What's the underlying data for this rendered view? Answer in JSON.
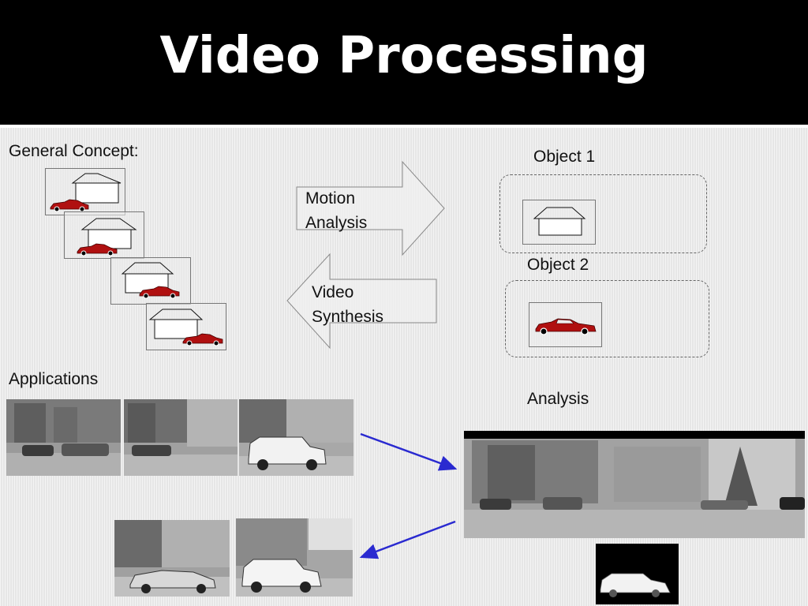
{
  "slide": {
    "title": "Video Processing"
  },
  "concept": {
    "heading": "General Concept:",
    "motion_analysis_line1": "Motion",
    "motion_analysis_line2": "Analysis",
    "video_synthesis_line1": "Video",
    "video_synthesis_line2": "Synthesis",
    "object1_label": "Object 1",
    "object2_label": "Object 2"
  },
  "applications": {
    "heading": "Applications",
    "analysis_label": "Analysis"
  },
  "colors": {
    "title_bg": "#000000",
    "title_text": "#ffffff",
    "car_red": "#b01010",
    "arrow_blue": "#2a2ad0"
  },
  "icons": [
    "house-icon",
    "red-car-icon",
    "white-van-icon"
  ]
}
